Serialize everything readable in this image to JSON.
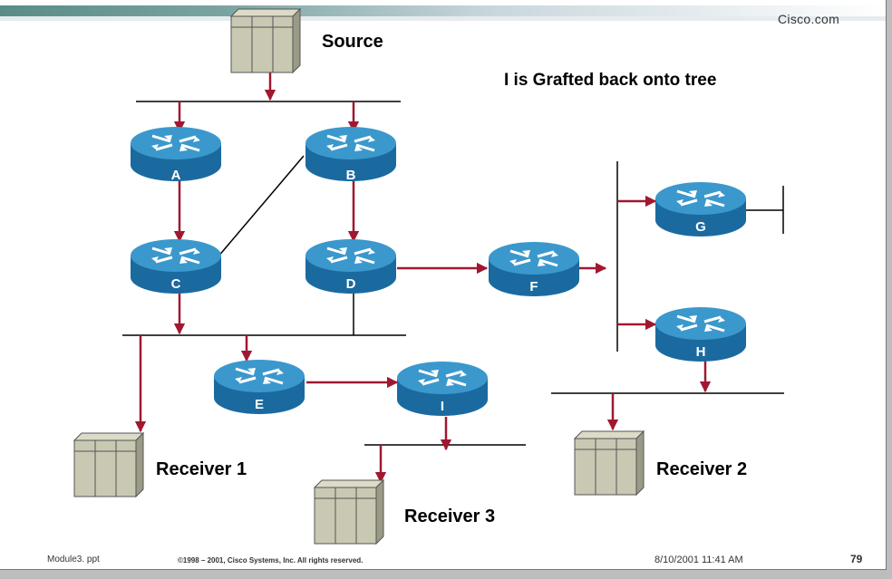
{
  "header": {
    "brand": "Cisco.com"
  },
  "title": "I is Grafted back onto tree",
  "hosts": {
    "source": "Source",
    "receiver1": "Receiver 1",
    "receiver2": "Receiver 2",
    "receiver3": "Receiver 3"
  },
  "routers": {
    "a": "A",
    "b": "B",
    "c": "C",
    "d": "D",
    "e": "E",
    "f": "F",
    "g": "G",
    "h": "H",
    "i": "I"
  },
  "footer": {
    "file": "Module3. ppt",
    "copyright": "©1998 – 2001, Cisco Systems, Inc. All rights reserved.",
    "date": "8/10/2001 11:41 AM",
    "page": "79"
  },
  "colors": {
    "arrow": "#a01830",
    "router_top": "#3a8fc2",
    "router_side": "#1a5f8f",
    "banner": "#5f8f8a",
    "host": "#bdbca8"
  }
}
